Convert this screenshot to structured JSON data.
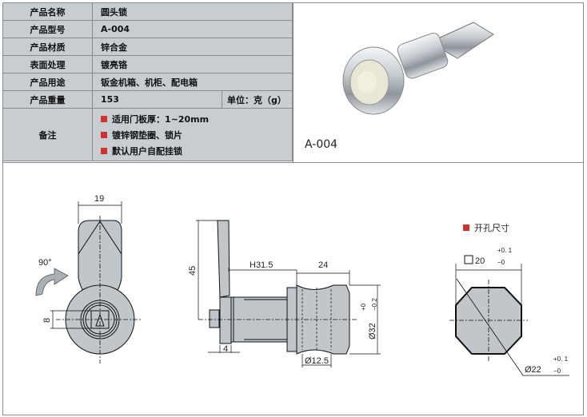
{
  "spec": {
    "rows": [
      {
        "key": "产品名称",
        "value": "圆头锁"
      },
      {
        "key": "产品型号",
        "value": "A-004"
      },
      {
        "key": "产品材质",
        "value": "锌合金"
      },
      {
        "key": "表面处理",
        "value": "镀亮铬"
      },
      {
        "key": "产品用途",
        "value": "钣金机箱、机柜、配电箱"
      },
      {
        "key": "产品重量",
        "value": "153",
        "unit": "单位：克（g）"
      }
    ],
    "notes_key": "备注",
    "notes": [
      "适用门板厚：1~20mm",
      "镀锌钢垫圈、锁片",
      "默认用户自配挂锁"
    ]
  },
  "photo_caption": "A-004",
  "drawing": {
    "front": {
      "width": "19",
      "rotation": "90°",
      "key": "8"
    },
    "side": {
      "height": "45",
      "h": "H31.5",
      "body": "24",
      "thick": "4",
      "dia": "Ø32",
      "dia_tol_plus": "+0",
      "dia_tol_minus": "−0.2",
      "shaft": "Ø12.5"
    },
    "hole": {
      "label": "开孔尺寸",
      "square": "20",
      "sq_plus": "+0. 1",
      "sq_minus": "−0",
      "dia": "Ø22",
      "dia_plus": "+0. 1",
      "dia_minus": "−0"
    }
  },
  "colors": {
    "accent": "#d0332c",
    "table_bg": "#c8cdd1",
    "part": "#c0c6ca"
  }
}
